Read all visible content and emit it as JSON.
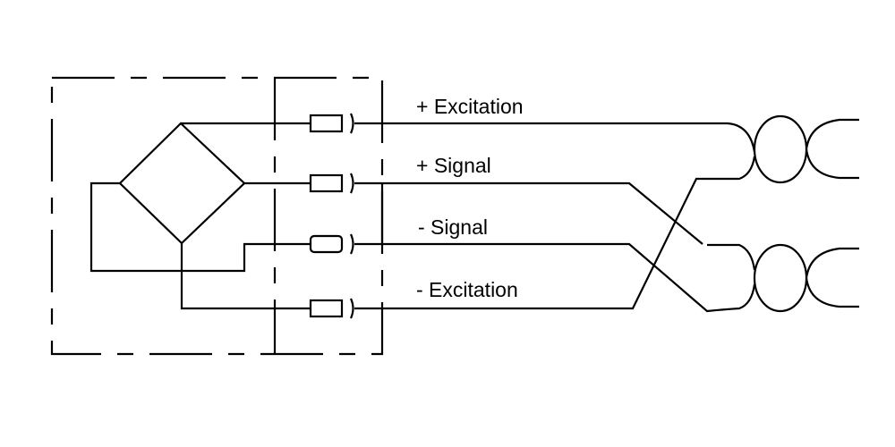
{
  "labels": {
    "plus_excitation": "+ Excitation",
    "plus_signal": "+ Signal",
    "minus_signal": "- Signal",
    "minus_excitation": "- Excitation"
  },
  "colors": {
    "line": "#000000",
    "background": "#ffffff"
  }
}
